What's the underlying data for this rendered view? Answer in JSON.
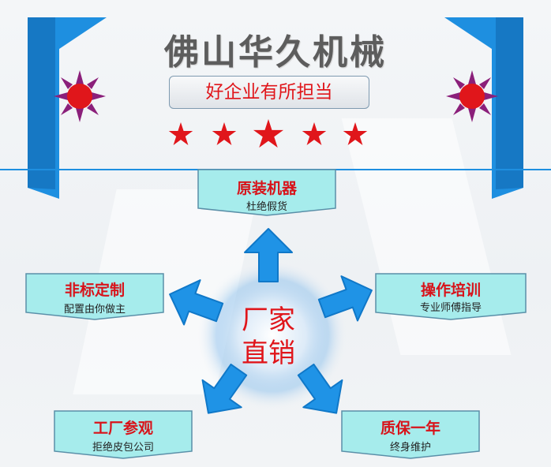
{
  "title": "佛山华久机械",
  "slogan": "好企业有所担当",
  "star_count": 5,
  "colors": {
    "accent_blue": "#1e8fe0",
    "red": "#e0161b",
    "box_fill": "#a6ecec",
    "star": "#e0161b"
  },
  "center": {
    "line1": "厂家",
    "line2": "直销"
  },
  "boxes": {
    "top": {
      "label": "原装机器",
      "sub": "杜绝假货"
    },
    "left": {
      "label": "非标定制",
      "sub": "配置由你做主"
    },
    "right": {
      "label": "操作培训",
      "sub": "专业师傅指导"
    },
    "bottom_left": {
      "label": "工厂参观",
      "sub": "拒绝皮包公司"
    },
    "bottom_right": {
      "label": "质保一年",
      "sub": "终身维护"
    }
  }
}
